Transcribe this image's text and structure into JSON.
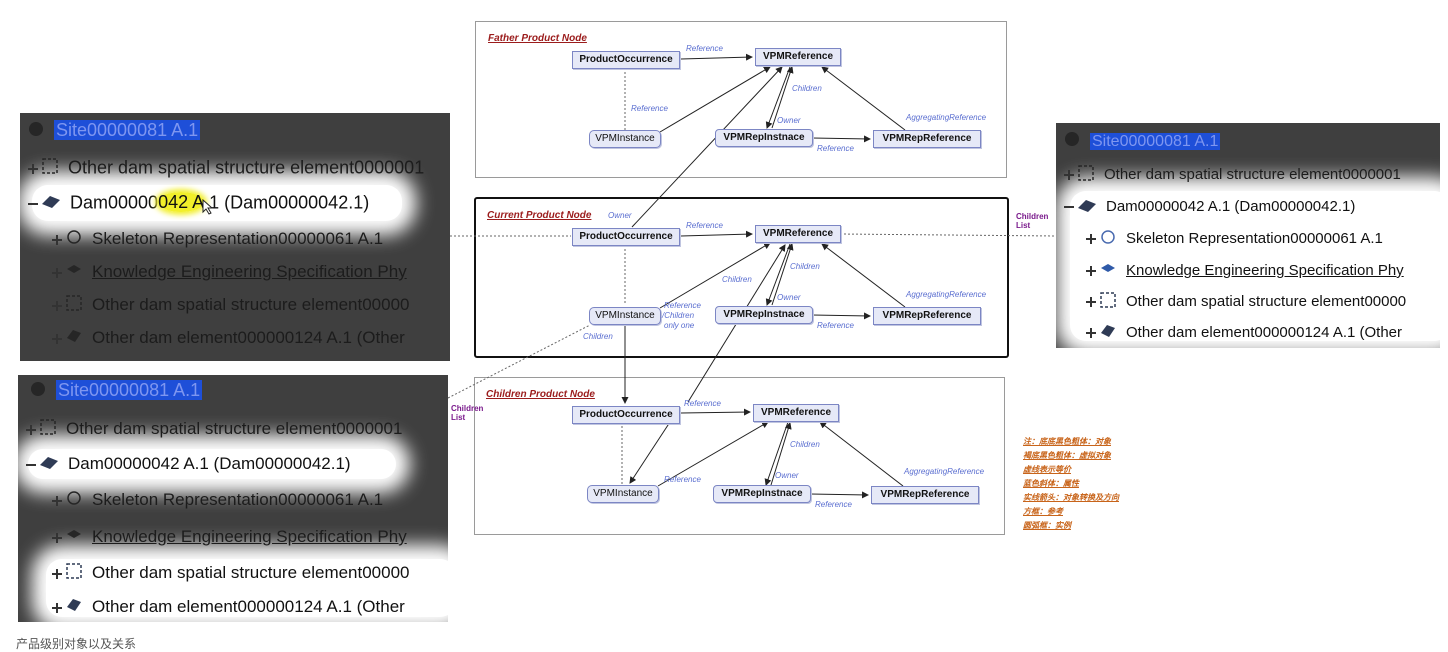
{
  "tree_panel_1": {
    "site": "Site00000081 A.1",
    "row1": "Other dam spatial structure element0000001",
    "row2_pre": "Dam00000",
    "row2_hl": "042 A",
    "row2_post": ".1 (Dam00000042.1)",
    "row3": "Skeleton Representation00000061 A.1",
    "row4": "Knowledge Engineering Specification Phy",
    "row5": "Other dam spatial structure element00000",
    "row6": "Other dam element000000124 A.1 (Other"
  },
  "tree_panel_2": {
    "site": "Site00000081 A.1",
    "row1": "Other dam spatial structure element0000001",
    "row2": "Dam00000042 A.1 (Dam00000042.1)",
    "row3": "Skeleton Representation00000061 A.1",
    "row4": "Knowledge Engineering Specification Phy",
    "row5": "Other dam spatial structure element00000",
    "row6": "Other dam element000000124 A.1 (Other"
  },
  "tree_panel_3": {
    "site": "Site00000081 A.1",
    "row1": "Other dam spatial structure element0000001",
    "row2": "Dam00000042 A.1 (Dam00000042.1)",
    "row3": "Skeleton Representation00000061 A.1",
    "row4": "Knowledge Engineering Specification Phy",
    "row5": "Other dam spatial structure element00000",
    "row6": "Other dam element000000124 A.1 (Other"
  },
  "diagram": {
    "father": {
      "title": "Father Product Node",
      "product_occurrence": "ProductOccurrence",
      "vpm_reference": "VPMReference",
      "vpm_instance": "VPMInstance",
      "vpm_rep_instance": "VPMRepInstnace",
      "vpm_rep_reference": "VPMRepReference",
      "lbl_reference_top": "Reference",
      "lbl_reference_left": "Reference",
      "lbl_children": "Children",
      "lbl_owner": "Owner",
      "lbl_aggregating": "AggregatingReference",
      "lbl_reference_bottom": "Reference"
    },
    "current": {
      "title": "Current Product Node",
      "title_owner": "Owner",
      "product_occurrence": "ProductOccurrence",
      "vpm_reference": "VPMReference",
      "vpm_instance": "VPMInstance",
      "vpm_rep_instance": "VPMRepInstnace",
      "vpm_rep_reference": "VPMRepReference",
      "lbl_reference_top": "Reference",
      "lbl_children_left": "Children",
      "lbl_children_right": "Children",
      "lbl_owner": "Owner",
      "lbl_aggregating": "AggregatingReference",
      "lbl_reference_bottom": "Reference",
      "lbl_ref_children_1": "Reference",
      "lbl_ref_children_2": "/Children",
      "lbl_ref_children_3": "only one",
      "lbl_children_out": "Children"
    },
    "children": {
      "title": "Children  Product  Node",
      "product_occurrence": "ProductOccurrence",
      "vpm_reference": "VPMReference",
      "vpm_instance": "VPMInstance",
      "vpm_rep_instance": "VPMRepInstnace",
      "vpm_rep_reference": "VPMRepReference",
      "lbl_reference_top": "Reference",
      "lbl_reference_left": "Reference",
      "lbl_children": "Children",
      "lbl_owner": "Owner",
      "lbl_aggregating": "AggregatingReference",
      "lbl_reference_bottom": "Reference"
    },
    "children_list_left_1": "Children",
    "children_list_left_2": "List",
    "children_list_right_1": "Children",
    "children_list_right_2": "List"
  },
  "legend": [
    "注：底底黑色粗体：对象",
    "褐底黑色粗体：虚拟对象",
    "虚线表示等价",
    "蓝色斜体：属性",
    "实线箭头：对象转换及方向",
    "方框：参考",
    "圆弧框：实例"
  ],
  "caption": "产品级别对象以及关系",
  "colors": {
    "panel_dark": "#3f3f3f",
    "site_highlight": "#1e4fd8",
    "node_box_fill": "#e6e9f7",
    "node_box_border": "#7c86c4",
    "edge_label": "#5a6ed0",
    "frame_title": "#9b1c1c",
    "children_list_label": "#7a1a8c",
    "legend_text": "#c8641a",
    "cursor_highlight": "#f2ef2a"
  }
}
